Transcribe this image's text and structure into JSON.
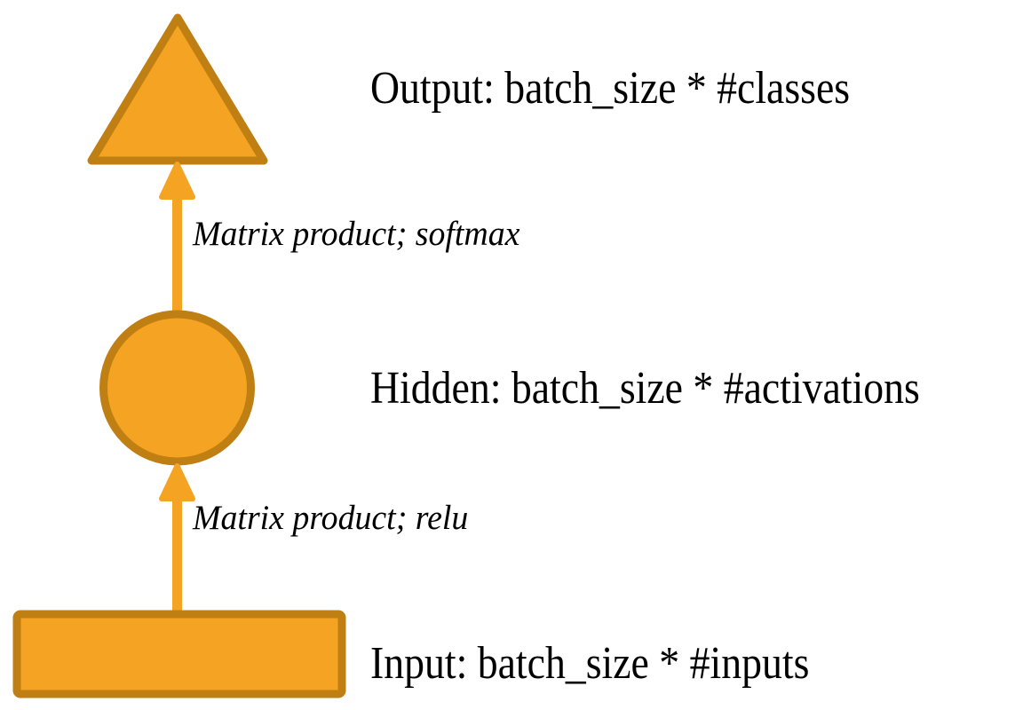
{
  "diagram": {
    "title": "Neural network layer diagram",
    "colors": {
      "fill": "#F4A322",
      "stroke": "#BF7F12",
      "arrow": "#F4A322",
      "text": "#000000",
      "background": "#FFFFFF"
    },
    "nodes": [
      {
        "id": "output",
        "shape": "triangle",
        "label": "Output: batch_size * #classes",
        "icon": "triangle-shape"
      },
      {
        "id": "hidden",
        "shape": "circle",
        "label": "Hidden: batch_size * #activations",
        "icon": "circle-shape"
      },
      {
        "id": "input",
        "shape": "rectangle",
        "label": "Input: batch_size * #inputs",
        "icon": "rectangle-shape"
      }
    ],
    "edges": [
      {
        "id": "hidden-to-output",
        "from": "hidden",
        "to": "output",
        "label": "Matrix product; softmax",
        "icon": "up-arrow-icon"
      },
      {
        "id": "input-to-hidden",
        "from": "input",
        "to": "hidden",
        "label": "Matrix product; relu",
        "icon": "up-arrow-icon"
      }
    ]
  }
}
